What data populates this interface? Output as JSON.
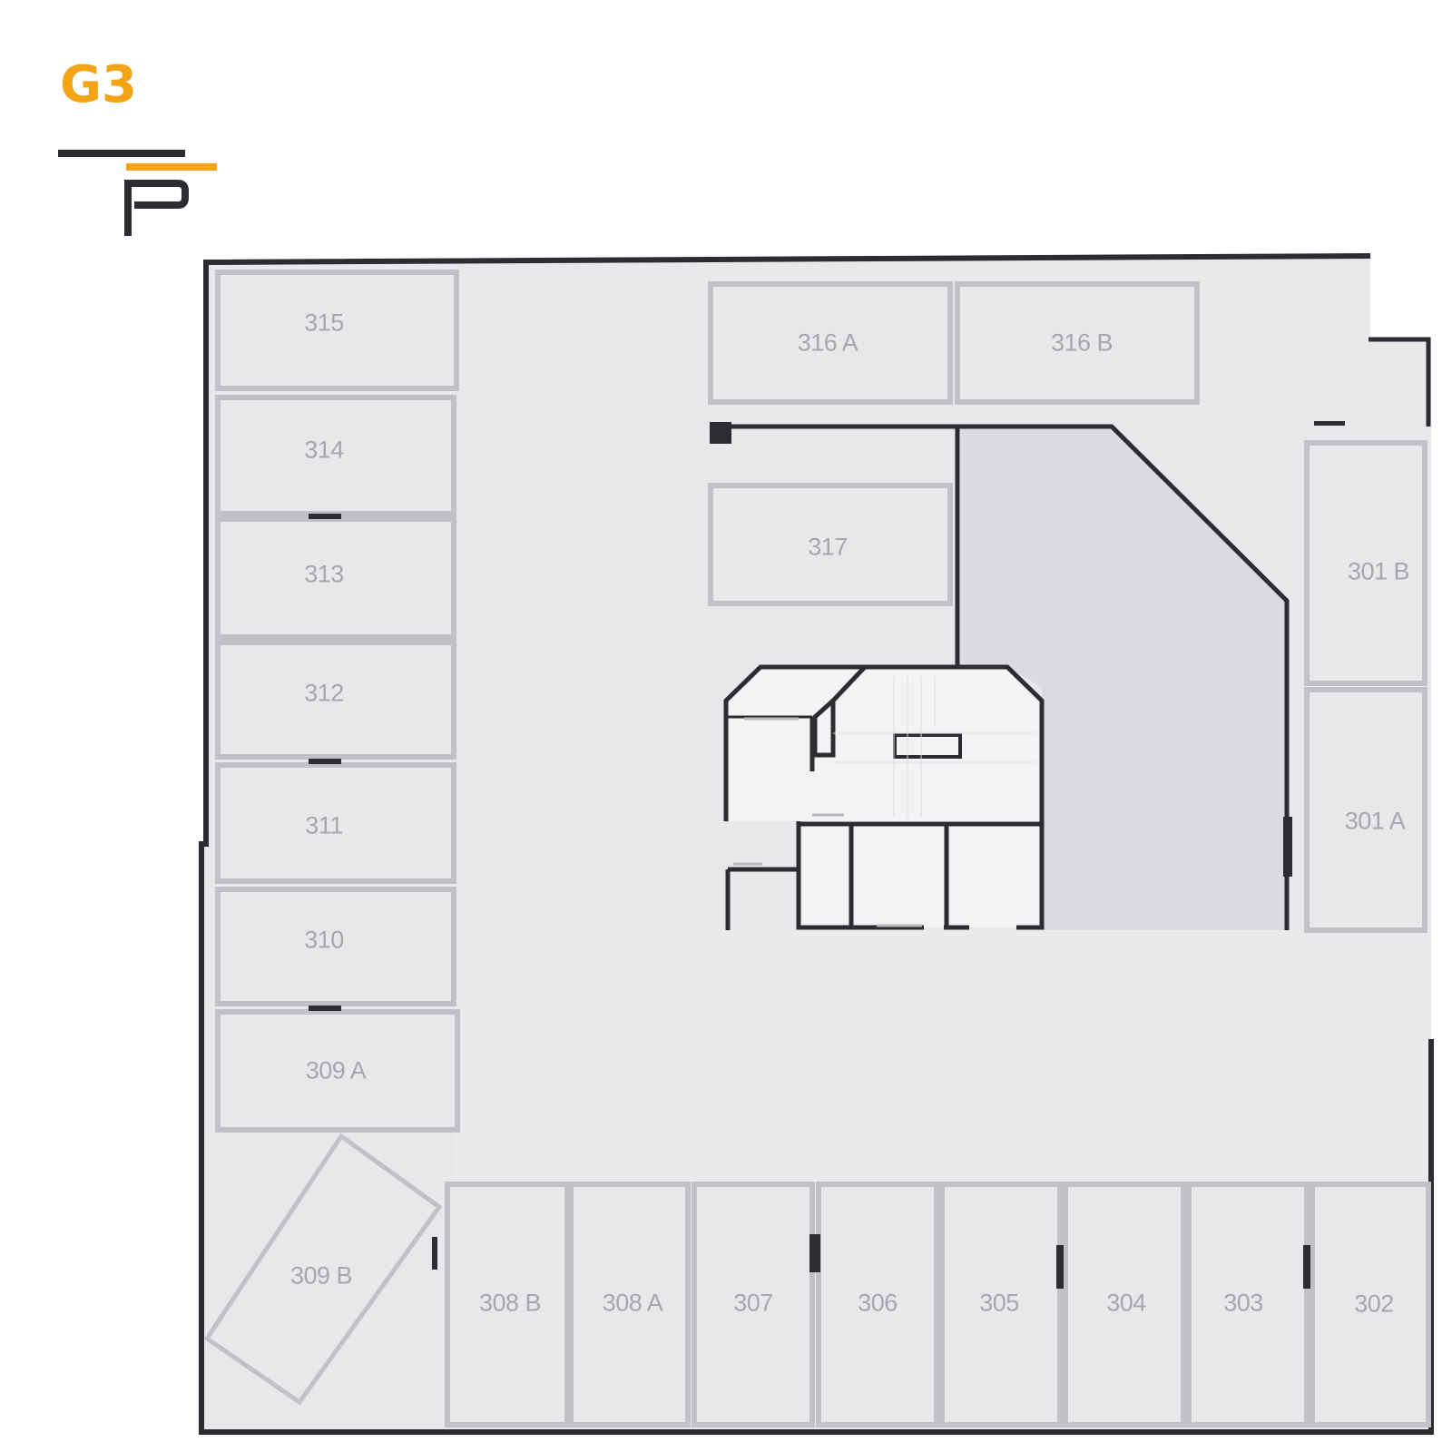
{
  "floor": {
    "level": "G3",
    "accent": "#f2a415",
    "brand_dark": "#2d2c33"
  },
  "colors": {
    "floor": "#e9e7ea",
    "wall": "#2d2c33",
    "stall_border": "#c2c0c5",
    "ramp": "#dcdade",
    "core": "#f3f3f3"
  },
  "stalls": {
    "s315": "315",
    "s314": "314",
    "s313": "313",
    "s312": "312",
    "s311": "311",
    "s310": "310",
    "s309a": "309 A",
    "s309b": "309 B",
    "s316a": "316 A",
    "s316b": "316 B",
    "s317": "317",
    "s301b": "301 B",
    "s301a": "301 A",
    "s308b": "308 B",
    "s308a": "308 A",
    "s307": "307",
    "s306": "306",
    "s305": "305",
    "s304": "304",
    "s303": "303",
    "s302": "302"
  }
}
